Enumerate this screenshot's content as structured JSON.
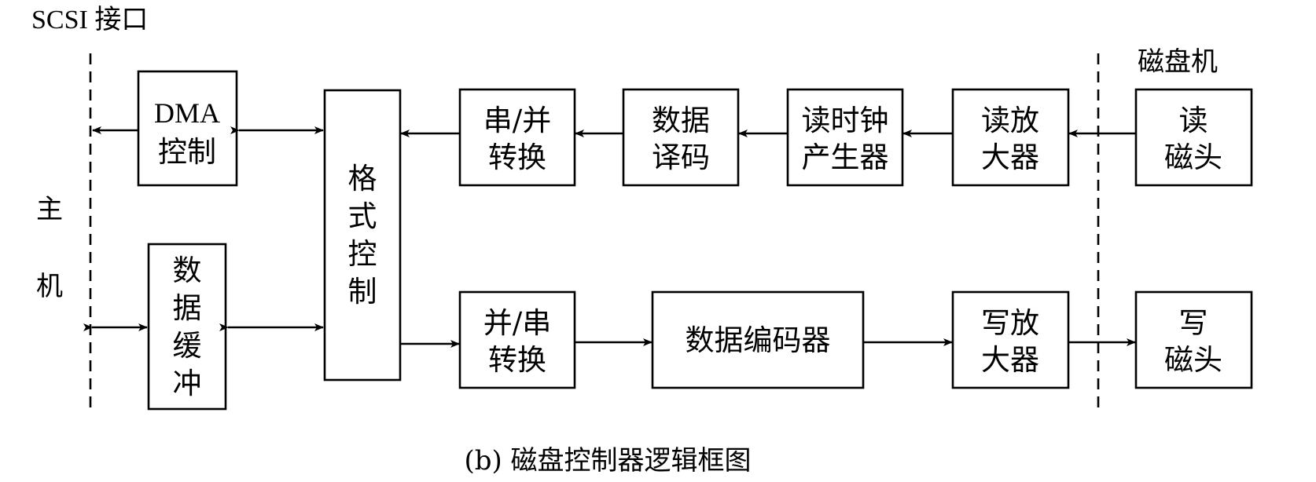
{
  "interface_label": "SCSI 接口",
  "host_label": [
    "主",
    "机"
  ],
  "drive_label": "磁盘机",
  "caption": "(b) 磁盘控制器逻辑框图",
  "blocks": {
    "dma": [
      "DMA",
      "控制"
    ],
    "buffer": [
      "数",
      "据",
      "缓",
      "冲"
    ],
    "format": [
      "格",
      "式",
      "控",
      "制"
    ],
    "sp": [
      "串/并",
      "转换"
    ],
    "decode": [
      "数据",
      "译码"
    ],
    "clock": [
      "读时钟",
      "产生器"
    ],
    "read_amp": [
      "读放",
      "大器"
    ],
    "read_head": [
      "读",
      "磁头"
    ],
    "ps": [
      "并/串",
      "转换"
    ],
    "encode": [
      "数据编码器"
    ],
    "write_amp": [
      "写放",
      "大器"
    ],
    "write_head": [
      "写",
      "磁头"
    ]
  }
}
